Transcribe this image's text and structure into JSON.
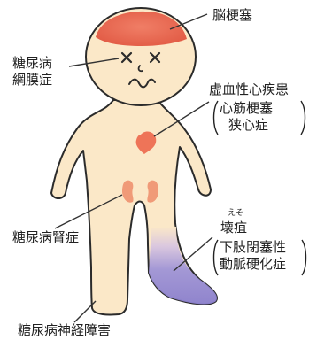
{
  "labels": {
    "brain": "脳梗塞",
    "retina_line1": "糖尿病",
    "retina_line2": "網膜症",
    "heart_line1": "虚血性心疾患",
    "heart_line2": "心筋梗塞",
    "heart_line3": "狭心症",
    "kidney": "糖尿病腎症",
    "gangrene_ruby": "えそ",
    "gangrene": "壊疽",
    "leg_line1": "下肢閉塞性",
    "leg_line2": "動脈硬化症",
    "neuropathy": "糖尿病神経障害"
  },
  "colors": {
    "body_fill": "#fbe8c8",
    "body_outline": "#2b2b2b",
    "brain": "#e8705a",
    "heart": "#ee7458",
    "kidney": "#f09a78",
    "legs": "#8f84d0",
    "leader": "#333333"
  }
}
